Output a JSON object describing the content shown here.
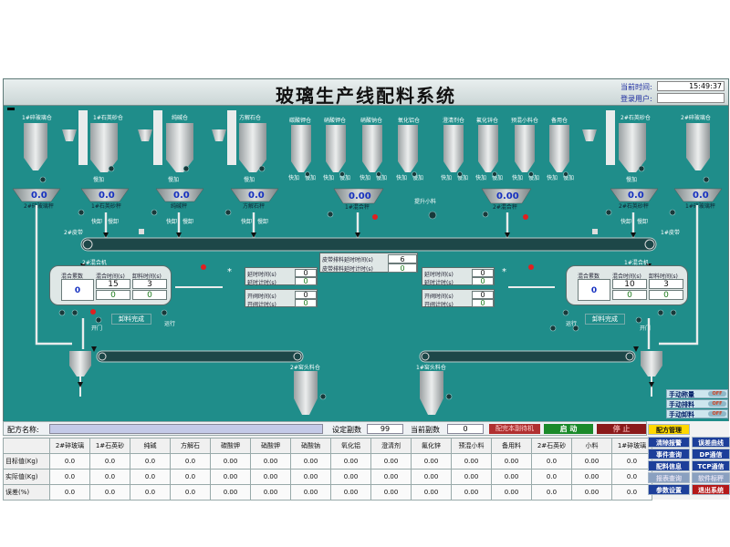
{
  "header": {
    "title": "玻璃生产线配料系统",
    "time_label": "当前时间:",
    "time_value": "15:49:37",
    "user_label": "登录用户:",
    "user_value": ""
  },
  "bins": {
    "b1": "1#碎玻璃仓",
    "b2": "1#石英砂仓",
    "b3": "纯碱仓",
    "b4": "方解石仓",
    "b5": "碳酸钾仓",
    "b6": "硝酸钾仓",
    "b7": "硝酸钠仓",
    "b8": "氧化铝仓",
    "b9": "澄清剂仓",
    "b10": "氟化锌仓",
    "b11": "预混小料仓",
    "b12": "备用仓",
    "b13": "2#石英砂仓",
    "b14": "2#碎玻璃仓"
  },
  "feed": {
    "fast": "快加",
    "slow": "慢加"
  },
  "scales": {
    "s1": {
      "value": "0.0",
      "name": "2#碎玻璃秤"
    },
    "s2": {
      "value": "0.0",
      "name": "1#石英砂秤"
    },
    "s3": {
      "value": "0.0",
      "name": "纯碱秤"
    },
    "s4": {
      "value": "0.0",
      "name": "方解石秤"
    },
    "s5": {
      "value": "0.00",
      "name": "1#混合秤"
    },
    "s6": {
      "value": "0.00",
      "name": "2#混合秤"
    },
    "s7": {
      "value": "0.0",
      "name": "2#石英砂秤"
    },
    "s8": {
      "value": "0.0",
      "name": "1#碎玻璃秤"
    },
    "unload": "快卸",
    "unload2": "慢卸"
  },
  "labels": {
    "upload_small": "提升小料",
    "belt_left": "2#皮带",
    "belt_right": "1#皮带",
    "mixer2": "2#混合机",
    "mixer1": "1#混合机",
    "door": "开门",
    "run": "运行",
    "unload_done": "卸料完成",
    "kiln2": "2#窑头料仓",
    "kiln1": "1#窑头料仓"
  },
  "mixer_left": {
    "h1": "混合累数",
    "h2": "混合时间(s)",
    "h3": "卸料时间(s)",
    "count": "0",
    "mix_time": "15",
    "unload_time": "3",
    "v2": "0",
    "v3": "0"
  },
  "mixer_right": {
    "h1": "混合累数",
    "h2": "混合时间(s)",
    "h3": "卸料时间(s)",
    "count": "0",
    "mix_time": "10",
    "unload_time": "3",
    "v2": "0",
    "v3": "0"
  },
  "belt_panel": {
    "l1": "皮带排料延时时间(s)",
    "v1": "6",
    "l2": "皮带排料延时计时(s)",
    "v2": "0"
  },
  "delay_left": {
    "l1": "延时时间(s)",
    "v1": "0",
    "l2": "延时计时(s)",
    "v2": "0",
    "l3": "开阀时间(s)",
    "v3": "0",
    "l4": "开阀计时(s)",
    "v4": "0"
  },
  "delay_right": {
    "l1": "延时时间(s)",
    "v1": "0",
    "l2": "延时计时(s)",
    "v2": "0",
    "l3": "开阀时间(s)",
    "v3": "0",
    "l4": "开阀计时(s)",
    "v4": "0"
  },
  "manual": {
    "m1": "手动称量",
    "m2": "手动排料",
    "m3": "手动卸料",
    "state": "OFF"
  },
  "recipe": {
    "name_label": "配方名称:",
    "name_value": "",
    "set_batch_label": "设定副数",
    "set_batch_value": "99",
    "cur_batch_label": "当前副数",
    "cur_batch_value": "0",
    "mixer_wait": "配完本副待机",
    "start": "启 动",
    "stop": "停 止"
  },
  "table": {
    "columns": [
      "2#碎玻璃",
      "1#石英砂",
      "纯碱",
      "方解石",
      "碳酸钾",
      "硝酸钾",
      "硝酸钠",
      "氧化铝",
      "澄清剂",
      "氟化锌",
      "预混小料",
      "备用料",
      "2#石英砂",
      "小料",
      "1#碎玻璃"
    ],
    "rows": [
      {
        "label": "目标值(Kg)",
        "values": [
          "0.0",
          "0.0",
          "0.0",
          "0.0",
          "0.00",
          "0.00",
          "0.00",
          "0.00",
          "0.00",
          "0.00",
          "0.00",
          "0.00",
          "0.0",
          "0.00",
          "0.0"
        ]
      },
      {
        "label": "实际值(Kg)",
        "values": [
          "0.0",
          "0.0",
          "0.0",
          "0.0",
          "0.00",
          "0.00",
          "0.00",
          "0.00",
          "0.00",
          "0.00",
          "0.00",
          "0.00",
          "0.0",
          "0.00",
          "0.0"
        ]
      },
      {
        "label": "误差(%)",
        "values": [
          "0.0",
          "0.0",
          "0.0",
          "0.0",
          "0.00",
          "0.00",
          "0.00",
          "0.00",
          "0.00",
          "0.00",
          "0.00",
          "0.00",
          "0.0",
          "0.00",
          "0.0"
        ]
      }
    ]
  },
  "right_buttons": {
    "recipe_mgmt": "配方管理",
    "clear_alarm": "清除报警",
    "error_curve": "误差曲线",
    "event_query": "事件查询",
    "dp_comm": "DP通信",
    "recipe_info": "配料信息",
    "tcp_comm": "TCP通信",
    "report_query": "报表查询",
    "soft_cal": "软件标秤",
    "param_set": "参数设置",
    "exit": "退出系统"
  },
  "colors": {
    "bg": "#1f8d8a",
    "hopper": "#c8cccd",
    "pipe": "#e9ecec",
    "belt": "#1d4748"
  }
}
